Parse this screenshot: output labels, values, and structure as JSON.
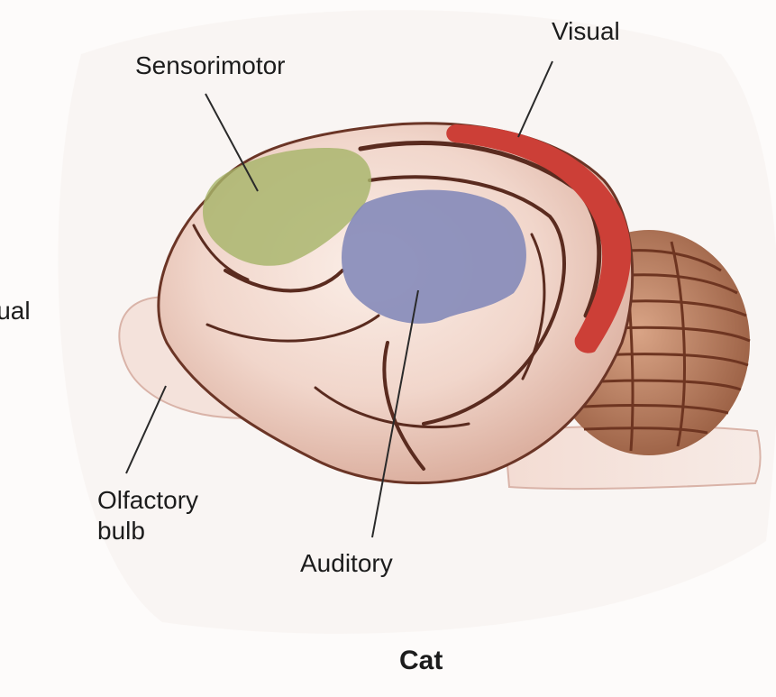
{
  "labels": {
    "sensorimotor": "Sensorimotor",
    "visual": "Visual",
    "visual_cropped": "isual",
    "olfactory": "Olfactory bulb",
    "auditory": "Auditory"
  },
  "caption": "Cat",
  "colors": {
    "sensorimotor": "#a7b56a",
    "auditory": "#8288b8",
    "visual": "#cc3f37",
    "cortex": "#f1d6cb",
    "sulcus": "#5a2b1f",
    "cerebellum": "#b47d5f"
  }
}
